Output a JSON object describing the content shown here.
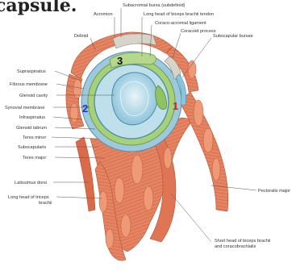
{
  "header": {
    "title_fragment": "capsule."
  },
  "labels": {
    "subacromial_bursa": "Subacromial bursa (subdeltoid)",
    "acromion": "Acromion",
    "long_head_biceps_tendon": "Long head of biceps brachii tendon",
    "coraco_acromial_ligament": "Coraco-acromial ligament",
    "deltoid": "Deltoid",
    "coracoid_process": "Coracoid process",
    "subscapular_bursae": "Subscapular bursae",
    "supraspinatus": "Supraspinatus",
    "fibrous_membrane": "Fibrous membrane",
    "glenoid_cavity": "Glenoid cavity",
    "synovial_membrane": "Synovial membrane",
    "infraspinatus": "Infraspinatus",
    "glenoid_labrum": "Glenoid labrum",
    "teres_minor": "Teres minor",
    "subscapularis": "Subscapularis",
    "teres_major": "Teres major",
    "latissimus_dorsi": "Latissimus dorsi",
    "long_head_triceps_1": "Long head of triceps",
    "long_head_triceps_2": "brachii",
    "pectoralis_major": "Pectoralis major",
    "short_head_biceps_1": "Short head of biceps brachii",
    "short_head_biceps_2": "and coracobrachialis"
  },
  "markers": {
    "m1": {
      "text": "1",
      "color": "#e01b24"
    },
    "m2": {
      "text": "2",
      "color": "#1c2fd6"
    },
    "m3": {
      "text": "3",
      "color": "#111111"
    }
  },
  "colors": {
    "muscle": "#e07a5a",
    "muscle_dark": "#c4553a",
    "capsule_blue": "#8cc4dc",
    "synovial_green": "#9cc86a",
    "cavity": "#cfe6f0"
  }
}
